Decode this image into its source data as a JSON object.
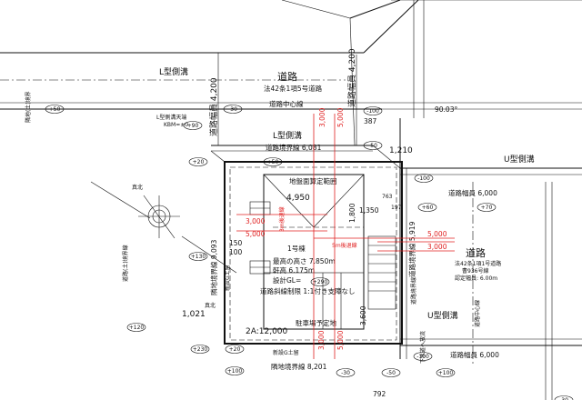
{
  "road_north": {
    "title": "道路",
    "subtitle": "法42条1項5号道路",
    "center_line": "道路中心線",
    "width_label": "道路幅員 4,200",
    "width_label_2": "道路幅員 4,200",
    "gutter": "L型側溝",
    "gutter_2": "L型側溝",
    "gutter_top": "L型側溝天端",
    "kbm": "KBM=±0",
    "boundary": "道路境界線 6,081"
  },
  "road_east": {
    "title": "道路",
    "subtitle": "法42条1項1号道路",
    "subtitle2": "曹936号線",
    "certified_width": "認定幅員: 6.00m",
    "width_top": "道路幅員 6,000",
    "width_bottom": "道路幅員 6,000",
    "gutter_u_top": "U型側溝",
    "gutter_u_bottom": "U型側溝",
    "boundary": "道路境界線",
    "center": "道路中心線",
    "angle": "90.03°",
    "drain": "下水道へ放流"
  },
  "site": {
    "building_name": "1号棟",
    "max_height": "最高の高さ 7.850m",
    "eave_height": "軒高 6.175m",
    "design_gl": "設計GL=",
    "no_slope_note": "道路斜線緩和",
    "slope_note": "道路斜線制限 1:1付き支障なし",
    "ground_area_label": "地盤面算定範囲",
    "parking": "駐車場予定地",
    "parking_dim": "2A:12,000",
    "dim_4950": "4,950",
    "dim_1350": "1,350",
    "dim_3600": "3,600",
    "dim_1800": "1,800",
    "dim_150": "150",
    "dim_100": "100",
    "dim_763": "763",
    "dim_197": "197",
    "dim_387": "387",
    "dim_1210": "1,210",
    "dim_1021": "1,021",
    "dim_792": "792",
    "dim_8201": "隣地境界線 8,201",
    "dim_9093": "隣地境界線 9,093",
    "dim_5919": "道路境界線 5,919",
    "left_boundary": "新設G土留",
    "bottom_boundary": "新設G土留"
  },
  "red_dims": {
    "d3000_a": "3,000",
    "d5000_a": "5,000",
    "d3000_b": "3,000",
    "d5000_b": "5,000",
    "d5000_c": "5,000",
    "d3000_c": "3,000",
    "d3000_d": "3,000",
    "d5000_d": "5,000",
    "setback": "5m後退線",
    "slope_3m": "3m後退線"
  },
  "levels": {
    "p50_nw": "+50",
    "p90": "+90",
    "m30_n": "-30",
    "m100_n": "-100",
    "m50_n": "-50",
    "p20": "+20",
    "p50_n2": "+50",
    "m100_e": "-100",
    "p70": "+70",
    "p130": "+130",
    "p290": "+290",
    "p230": "+230",
    "p100": "+100",
    "p100_b": "+100",
    "m30_b": "-30",
    "m100_se": "-100",
    "m50_se": "-50",
    "p120": "+120",
    "p20_b": "+20",
    "m30_sw": "-30",
    "p60": "+60"
  },
  "labels": {
    "north": "真北",
    "north2": "真北",
    "left_side_road": "隣地(土)境界",
    "left_side_label": "道路(土)境界線"
  }
}
